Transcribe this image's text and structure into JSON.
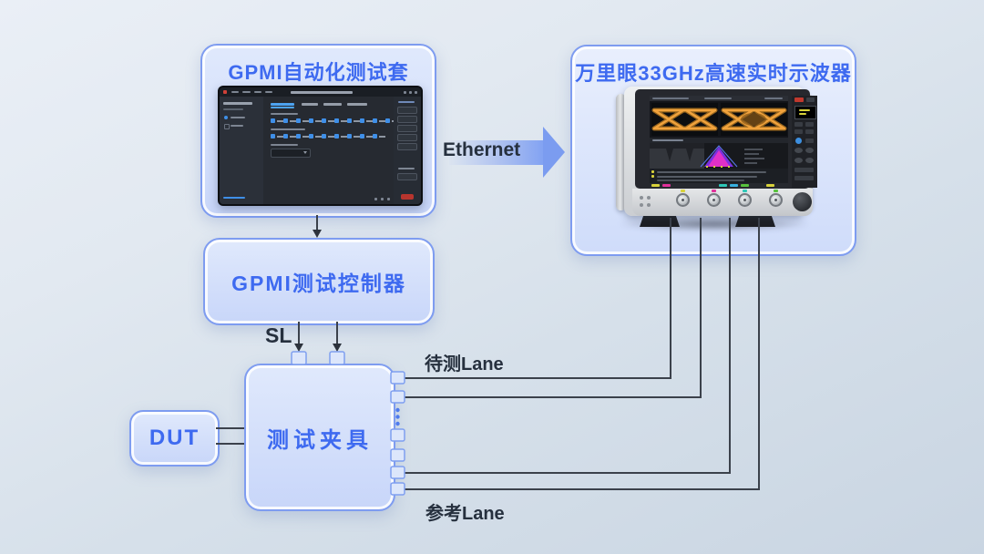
{
  "boxes": {
    "suite": {
      "title": "GPMI自动化测试套"
    },
    "scope": {
      "title": "万里眼33GHz高速实时示波器"
    },
    "controller": {
      "label": "GPMI测试控制器"
    },
    "fixture": {
      "label": "测试夹具"
    },
    "dut": {
      "label": "DUT"
    }
  },
  "labels": {
    "ethernet": "Ethernet",
    "sl": "SL",
    "lane_under_test": "待测Lane",
    "reference_lane": "参考Lane"
  },
  "connections": [
    {
      "from": "suite",
      "to": "controller",
      "type": "arrow"
    },
    {
      "from": "suite",
      "to": "scope",
      "type": "arrow",
      "label": "Ethernet"
    },
    {
      "from": "controller",
      "to": "fixture",
      "type": "double-arrow",
      "label": "SL"
    },
    {
      "from": "dut",
      "to": "fixture",
      "type": "line-pair"
    },
    {
      "from": "fixture",
      "to": "scope",
      "type": "cables",
      "count": 4,
      "top_pair_label": "待测Lane",
      "bottom_pair_label": "参考Lane"
    }
  ],
  "colors": {
    "accent_blue_text": "#3e6af0",
    "box_border": "#7e9cf0",
    "box_fill_top": "#e0e9fc",
    "box_fill_bottom": "#c8d6f9",
    "wire": "#3b414b",
    "dark_label": "#26303e",
    "eye_diagram_orange": "#e89b35",
    "histogram_magenta": "#cf2ec8",
    "arrow_blue": "#7b9cf0"
  }
}
